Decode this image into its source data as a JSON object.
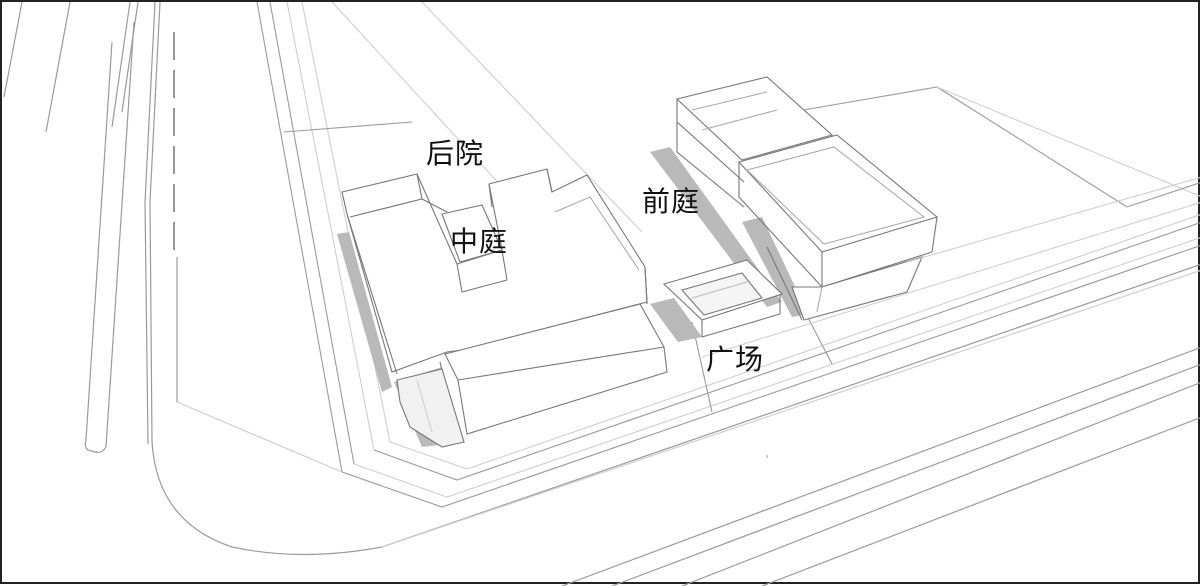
{
  "labels": {
    "back_yard": "后院",
    "courtyard": "中庭",
    "front_court": "前庭",
    "plaza": "广场"
  },
  "colors": {
    "line": "#9a9a9a",
    "line_light": "#cfcfcf",
    "line_dark": "#555555",
    "shadow": "#b9b9b9",
    "text": "#111111"
  }
}
